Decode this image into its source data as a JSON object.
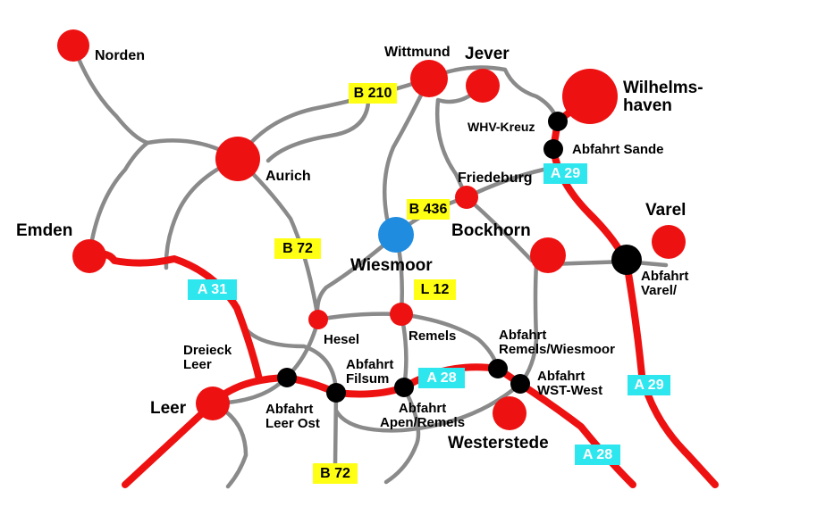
{
  "colors": {
    "autobahn": "#ee1111",
    "road": "#8a8a8a",
    "town": "#ee1111",
    "highlight": "#1f8ce0",
    "exit": "#000000",
    "b_sign": "#ffff14",
    "a_sign": "#2ee6ee"
  },
  "towns": {
    "norden": "Norden",
    "wittmund": "Wittmund",
    "jever": "Jever",
    "wilhelmshaven": "Wilhelms-\nhaven",
    "aurich": "Aurich",
    "emden": "Emden",
    "friedeburg": "Friedeburg",
    "bockhorn": "Bockhorn",
    "varel": "Varel",
    "wiesmoor": "Wiesmoor",
    "hesel": "Hesel",
    "remels": "Remels",
    "leer": "Leer",
    "westerstede": "Westerstede"
  },
  "exits": {
    "whv_kreuz": "WHV-Kreuz",
    "sande": "Abfahrt Sande",
    "varel": "Abfahrt\nVarel/",
    "dreieck_leer": "Dreieck\nLeer",
    "leer_ost": "Abfahrt\nLeer Ost",
    "filsum": "Abfahrt\nFilsum",
    "apen": "Abfahrt\nApen/Remels",
    "remels_wiesmoor": "Abfahrt\nRemels/Wiesmoor",
    "wst_west": "Abfahrt\nWST-West"
  },
  "signs": {
    "b210": "B 210",
    "b436": "B 436",
    "b72_top": "B 72",
    "l12": "L 12",
    "b72_bottom": "B 72",
    "a31": "A 31",
    "a29_top": "A 29",
    "a28_mid": "A 28",
    "a29_bottom": "A 29",
    "a28_bottom": "A 28"
  }
}
